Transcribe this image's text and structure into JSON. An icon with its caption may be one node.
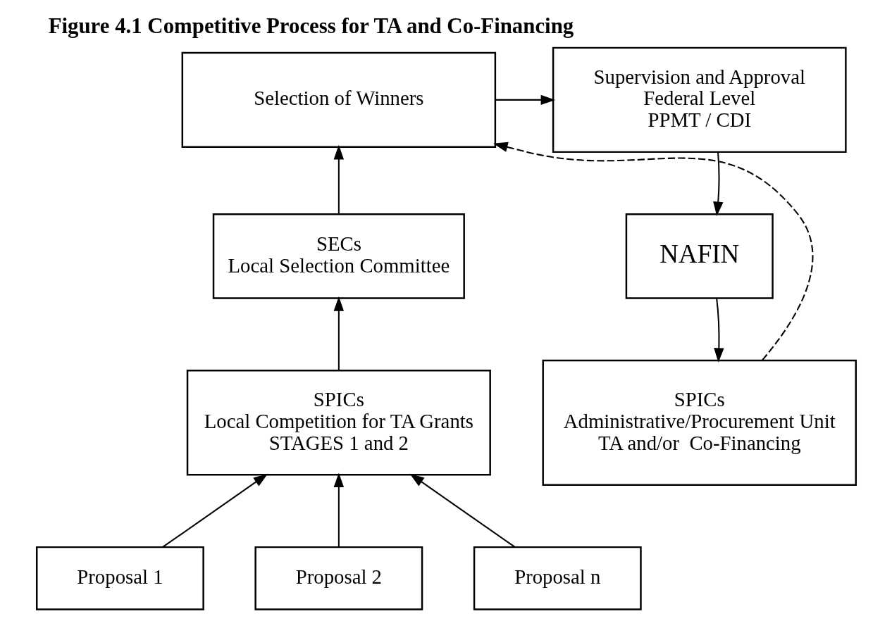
{
  "diagram": {
    "title": "Figure 4.1 Competitive Process for TA and Co-Financing",
    "nodes": [
      {
        "text": [
          "Selection of Winners"
        ]
      },
      {
        "text": [
          "SECs",
          "Local Selection Committee"
        ]
      },
      {
        "text": [
          "SPICs",
          "Local Competition for TA Grants",
          "STAGES 1 and 2"
        ]
      },
      {
        "text": [
          "Proposal 1"
        ]
      },
      {
        "text": [
          "Proposal 2"
        ]
      },
      {
        "text": [
          "Proposal n"
        ]
      },
      {
        "text": [
          "Supervision and Approval",
          "Federal Level",
          "PPMT / CDI"
        ]
      },
      {
        "text": [
          "NAFIN"
        ]
      },
      {
        "text": [
          "SPICs",
          "Administrative/Procurement Unit",
          "TA and/or  Co-Financing"
        ]
      }
    ],
    "edges": [
      {
        "from": 0,
        "to": 6,
        "arrow": "to"
      },
      {
        "from": 1,
        "to": 0,
        "arrow": "to"
      },
      {
        "from": 2,
        "to": 1,
        "arrow": "to"
      },
      {
        "from": 3,
        "to": 2,
        "arrow": "to"
      },
      {
        "from": 4,
        "to": 2,
        "arrow": "to"
      },
      {
        "from": 5,
        "to": 2,
        "arrow": "to"
      },
      {
        "from": 6,
        "to": 7,
        "arrow": "to"
      },
      {
        "from": 7,
        "to": 8,
        "arrow": "to"
      },
      {
        "from": 8,
        "to": 0,
        "arrow": "to",
        "style": "dashed"
      }
    ]
  }
}
